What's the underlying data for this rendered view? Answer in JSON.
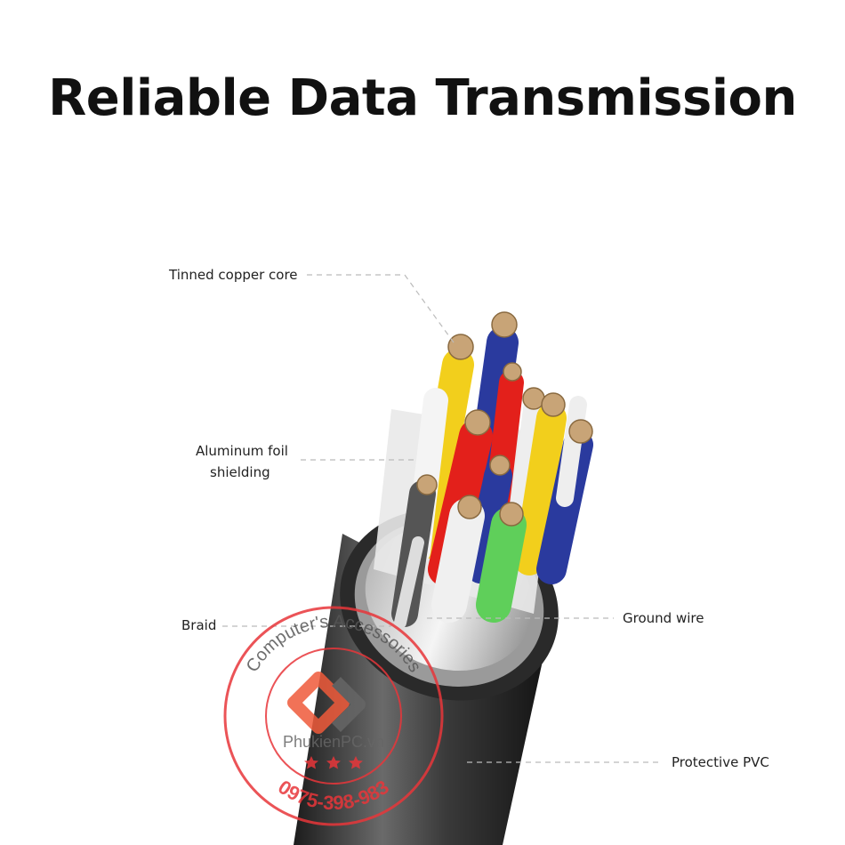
{
  "title": "Reliable Data Transmission",
  "labels": {
    "tinned_copper_core": "Tinned copper core",
    "aluminum_foil_line1": "Aluminum foil",
    "aluminum_foil_line2": "shielding",
    "braid": "Braid",
    "ground_wire": "Ground wire",
    "protective_pvc": "Protective PVC"
  },
  "watermark": {
    "arc_text": "Computer's Accessories",
    "brand": "PhukienPC.vn",
    "phone": "0975-398-983"
  },
  "colors": {
    "wire_yellow": "#f2cf1c",
    "wire_blue": "#2a3a9e",
    "wire_red": "#e3201b",
    "wire_green": "#5fcf5a",
    "wire_white": "#eeeeee",
    "wire_black": "#555555",
    "stamp_red": "#e8363a"
  }
}
